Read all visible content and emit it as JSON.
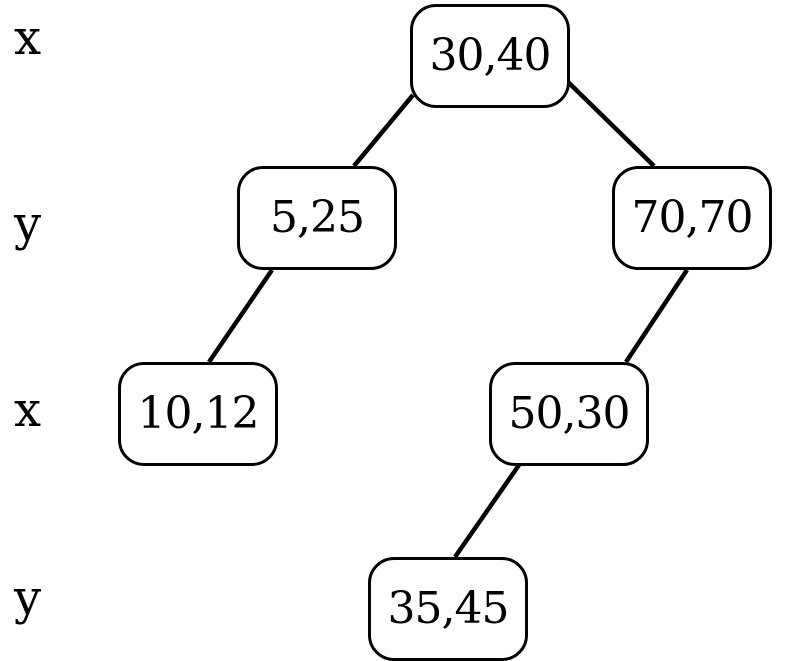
{
  "levels": [
    {
      "axis": "x"
    },
    {
      "axis": "y"
    },
    {
      "axis": "x"
    },
    {
      "axis": "y"
    }
  ],
  "nodes": [
    {
      "label": "30,40"
    },
    {
      "label": "5,25"
    },
    {
      "label": "70,70"
    },
    {
      "label": "10,12"
    },
    {
      "label": "50,30"
    },
    {
      "label": "35,45"
    }
  ],
  "edges": [
    {
      "from": "30,40",
      "to": "5,25"
    },
    {
      "from": "30,40",
      "to": "70,70"
    },
    {
      "from": "5,25",
      "to": "10,12"
    },
    {
      "from": "70,70",
      "to": "50,30"
    },
    {
      "from": "50,30",
      "to": "35,45"
    }
  ]
}
